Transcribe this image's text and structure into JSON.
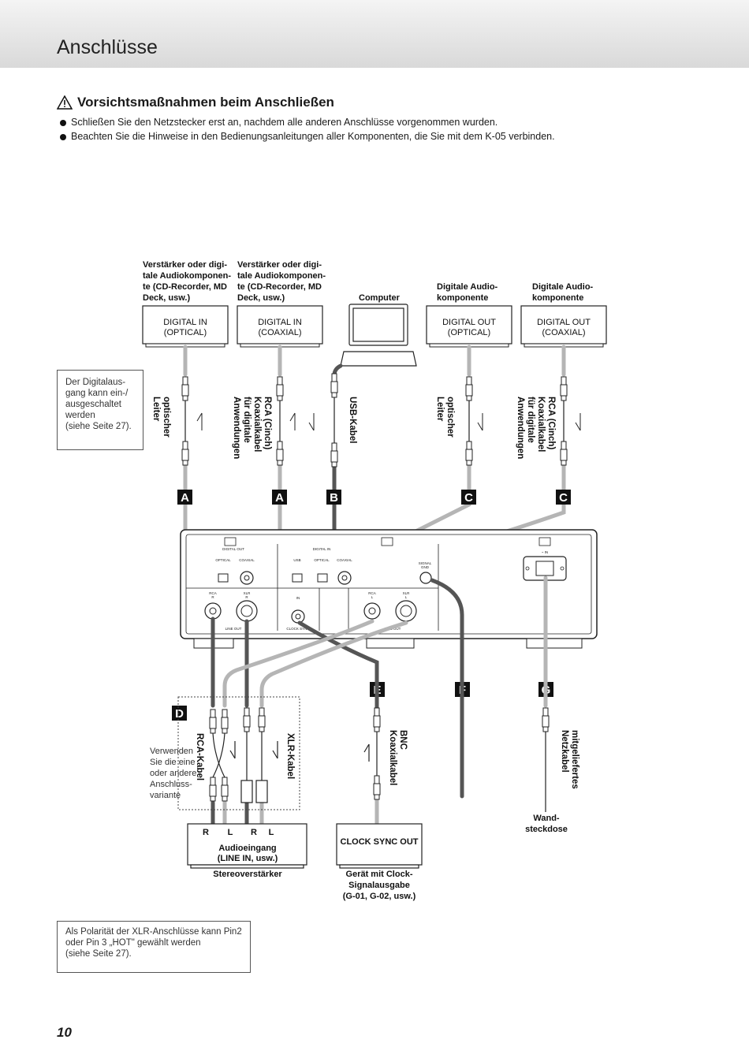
{
  "page": {
    "title": "Anschlüsse",
    "number": "10"
  },
  "caution": {
    "heading": "Vorsichtsmaßnahmen beim Anschließen",
    "bullets": [
      "Schließen Sie den Netzstecker erst an, nachdem alle anderen Anschlüsse vorgenommen wurden.",
      "Beachten Sie die Hinweise in den Bedienungsanleitungen aller Komponenten, die Sie mit dem K-05 verbinden."
    ]
  },
  "notes": {
    "digital_out": [
      "Der Digitalaus-",
      "gang kann ein-/",
      "ausgeschaltet",
      "werden",
      "(siehe Seite 27)."
    ],
    "xlr_polarity": [
      "Als Polarität der XLR-Anschlüsse kann Pin2",
      "oder Pin 3 „HOT\" gewählt werden",
      "(siehe Seite 27)."
    ]
  },
  "top_devices": [
    {
      "caption": [
        "Verstärker oder digi-",
        "tale Audiokomponen-",
        "te (CD-Recorder, MD",
        "Deck, usw.)"
      ],
      "box": [
        "DIGITAL IN",
        "(OPTICAL)"
      ]
    },
    {
      "caption": [
        "Verstärker oder digi-",
        "tale Audiokomponen-",
        "te (CD-Recorder, MD",
        "Deck, usw.)"
      ],
      "box": [
        "DIGITAL IN",
        "(COAXIAL)"
      ]
    },
    {
      "caption": [
        "Computer"
      ],
      "box": []
    },
    {
      "caption": [
        "Digitale Audio-",
        "komponente"
      ],
      "box": [
        "DIGITAL OUT",
        "(OPTICAL)"
      ]
    },
    {
      "caption": [
        "Digitale Audio-",
        "komponente"
      ],
      "box": [
        "DIGITAL OUT",
        "(COAXIAL)"
      ]
    }
  ],
  "cable_labels": {
    "opt1": [
      "optischer",
      "Leiter"
    ],
    "rca1": [
      "RCA (Cinch)",
      "Koaxialkabel",
      "für digitale",
      "Anwendungen"
    ],
    "usb": [
      "USB-Kabel"
    ],
    "opt2": [
      "optischer",
      "Leiter"
    ],
    "rca2": [
      "RCA (Cinch)",
      "Koaxialkabel",
      "für digitale",
      "Anwendungen"
    ],
    "rca_analog": [
      "RCA-Kabel"
    ],
    "xlr": [
      "XLR-Kabel"
    ],
    "bnc": [
      "BNC",
      "Koaxialkabel"
    ],
    "power": [
      "mitgeliefertes",
      "Netzkabel"
    ]
  },
  "letters": [
    "A",
    "A",
    "B",
    "C",
    "C",
    "D",
    "E",
    "F",
    "G"
  ],
  "panel": {
    "digital_out": "DIGITAL OUT",
    "digital_in": "DIGITAL IN",
    "optical": "OPTICAL",
    "coaxial": "COAXIAL",
    "usb": "USB",
    "signal_gnd": [
      "SIGNAL",
      "GND"
    ],
    "ac_in": "~ IN",
    "rca_r": [
      "RCA",
      "R"
    ],
    "xlr_r": [
      "XLR",
      "R"
    ],
    "rca_l": [
      "RCA",
      "L"
    ],
    "xlr_l": [
      "XLR",
      "L"
    ],
    "in": "IN",
    "line_out": "LINE OUT",
    "clock_sync": "CLOCK SYNC"
  },
  "variant_note": [
    "Verwenden",
    "Sie die eine",
    "oder andere",
    "Anschluss-",
    "variante"
  ],
  "bottom_devices": {
    "amp": {
      "rl": [
        "R",
        "L",
        "R",
        "L"
      ],
      "box": [
        "Audioeingang",
        "(LINE IN, usw.)"
      ],
      "caption": "Stereoverstärker"
    },
    "clock": {
      "box": "CLOCK SYNC OUT",
      "caption": [
        "Gerät mit Clock-",
        "Signalausgabe",
        "(G-01, G-02, usw.)"
      ]
    },
    "outlet": [
      "Wand-",
      "steckdose"
    ]
  }
}
